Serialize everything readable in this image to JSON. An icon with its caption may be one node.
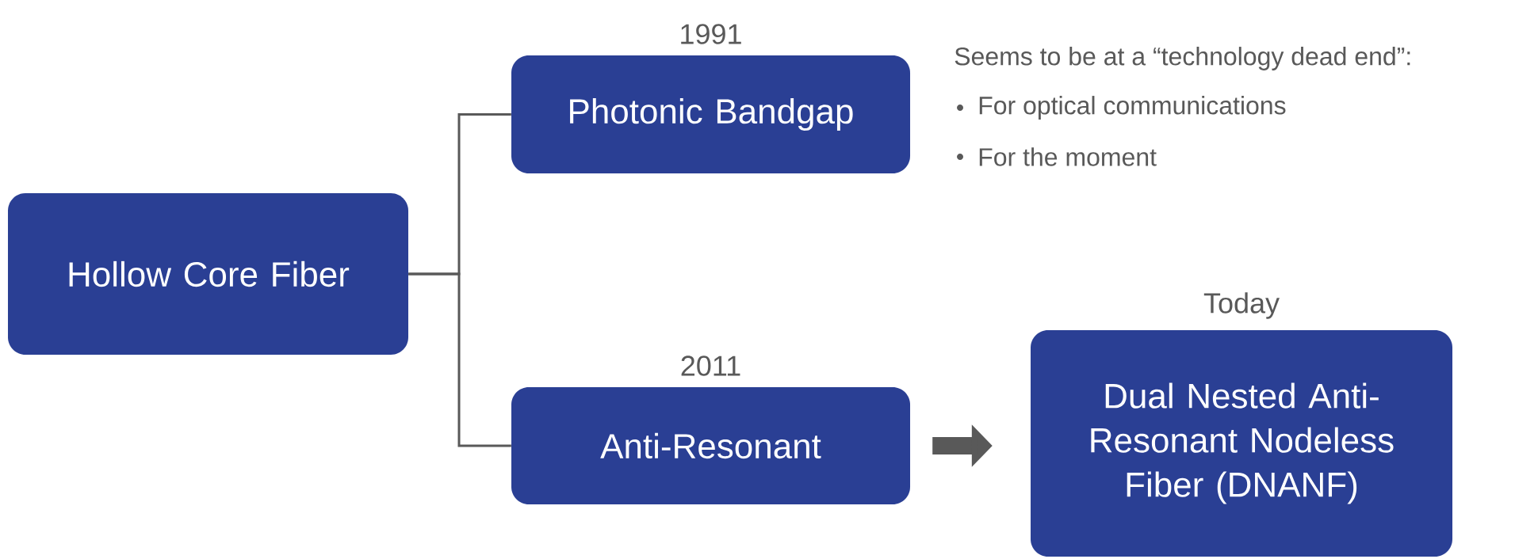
{
  "diagram": {
    "nodes": [
      {
        "text": [
          "Hollow Core Fiber"
        ]
      },
      {
        "text": [
          "Photonic Bandgap"
        ],
        "beside": [
          "1991"
        ]
      },
      {
        "text": [
          "Anti-Resonant"
        ],
        "beside": [
          "2011"
        ]
      },
      {
        "text": [
          "Dual Nested Anti-Resonant Nodeless Fiber (DNANF)"
        ],
        "beside": [
          "Today"
        ]
      }
    ],
    "edges": [
      {
        "from": 0,
        "to": 1,
        "arrow": "none"
      },
      {
        "from": 0,
        "to": 2,
        "arrow": "none"
      },
      {
        "from": 2,
        "to": 3,
        "arrow": "to",
        "style": "thick"
      }
    ],
    "labels": [
      "Seems to be at a “technology dead end”:",
      "For optical communications",
      "For the moment"
    ]
  }
}
